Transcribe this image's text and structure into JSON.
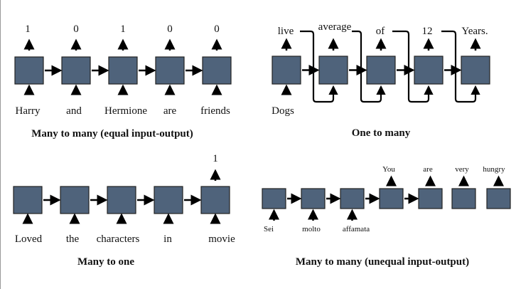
{
  "colors": {
    "cell": "#4f637b",
    "stroke": "#222222",
    "arrow": "#000000"
  },
  "panels": [
    {
      "title": "Many to many (equal input-output)",
      "inputs": [
        "Harry",
        "and",
        "Hermione",
        "are",
        "friends"
      ],
      "outputs": [
        "1",
        "0",
        "1",
        "0",
        "0"
      ]
    },
    {
      "title": "One to many",
      "inputs": [
        "Dogs"
      ],
      "outputs": [
        "live",
        "average",
        "of",
        "12",
        "Years."
      ]
    },
    {
      "title": "Many to one",
      "inputs": [
        "Loved",
        "the",
        "characters",
        "in",
        "movie"
      ],
      "outputs": [
        "1"
      ]
    },
    {
      "title": "Many to many (unequal input-output)",
      "inputs": [
        "Sei",
        "molto",
        "affamata"
      ],
      "outputs": [
        "You",
        "are",
        "very",
        "hungry"
      ]
    }
  ]
}
